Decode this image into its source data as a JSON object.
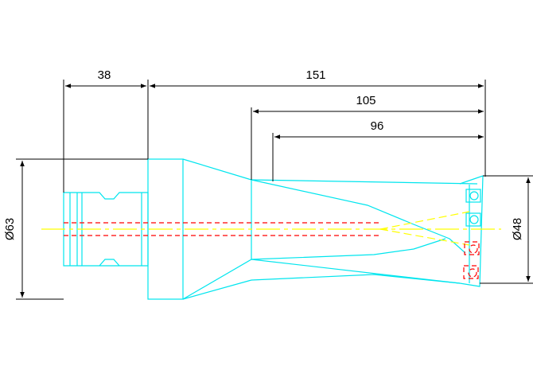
{
  "colors": {
    "background": "#ffffff",
    "tool_outline": "#00e5ee",
    "dimension_lines": "#000000",
    "centerline": "#ffff00",
    "coolant_channel": "#ff0000"
  },
  "dimensions": {
    "shank_length": "38",
    "overall_length": "151",
    "length_105": "105",
    "length_96": "96",
    "flange_diameter": "Ø63",
    "cutting_diameter": "Ø48"
  }
}
